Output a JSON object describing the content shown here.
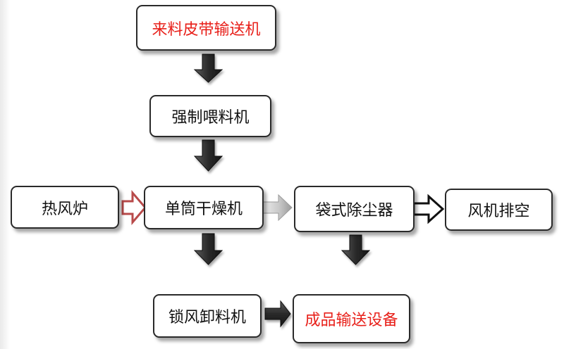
{
  "nodes": {
    "feed_conveyor": "来料皮带输送机",
    "forced_feeder": "强制喂料机",
    "hot_air_furnace": "热风炉",
    "single_drum_dryer": "单筒干燥机",
    "bag_filter": "袋式除尘器",
    "fan_exhaust": "风机排空",
    "airlock_discharger": "锁风卸料机",
    "product_conveying": "成品输送设备"
  },
  "colors": {
    "accent_text": "#e8201a",
    "box_border": "#2a2a2a",
    "dark_arrow": "#2b2b2b",
    "hot_air_arrow": "#b84a4a",
    "exhaust_arrow": "#c8c8c8"
  },
  "edges": [
    {
      "from": "feed_conveyor",
      "to": "forced_feeder",
      "style": "dark"
    },
    {
      "from": "forced_feeder",
      "to": "single_drum_dryer",
      "style": "dark"
    },
    {
      "from": "hot_air_furnace",
      "to": "single_drum_dryer",
      "style": "hollow-red"
    },
    {
      "from": "single_drum_dryer",
      "to": "bag_filter",
      "style": "gradient-gray"
    },
    {
      "from": "bag_filter",
      "to": "fan_exhaust",
      "style": "hollow-black"
    },
    {
      "from": "single_drum_dryer",
      "to": "airlock_discharger",
      "style": "dark"
    },
    {
      "from": "bag_filter",
      "to": "product_conveying",
      "style": "dark"
    },
    {
      "from": "airlock_discharger",
      "to": "product_conveying",
      "style": "dark"
    }
  ]
}
